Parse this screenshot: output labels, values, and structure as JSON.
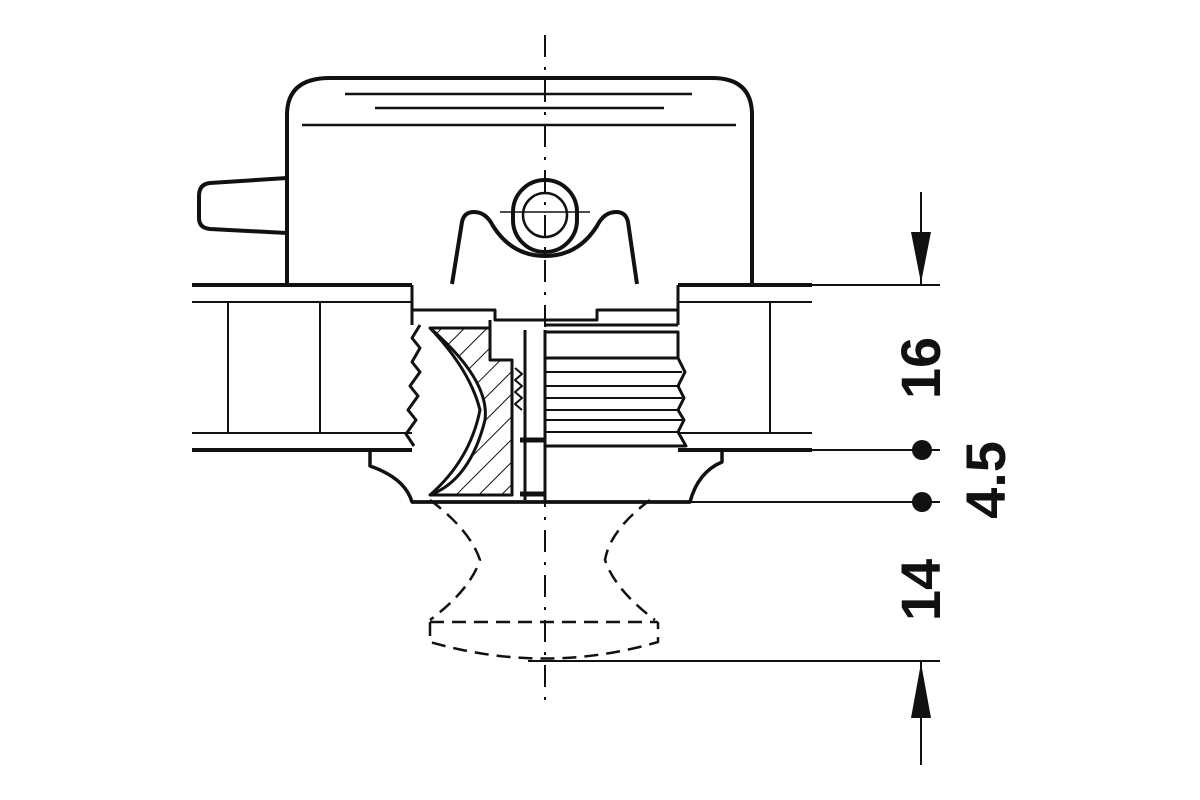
{
  "diagram": {
    "dimensions": [
      {
        "id": "panel-thickness",
        "label": "16"
      },
      {
        "id": "rebate-depth",
        "label": "4.5"
      },
      {
        "id": "bore-depth",
        "label": "14"
      }
    ]
  },
  "colors": {
    "line": "#111111",
    "background": "#ffffff"
  }
}
